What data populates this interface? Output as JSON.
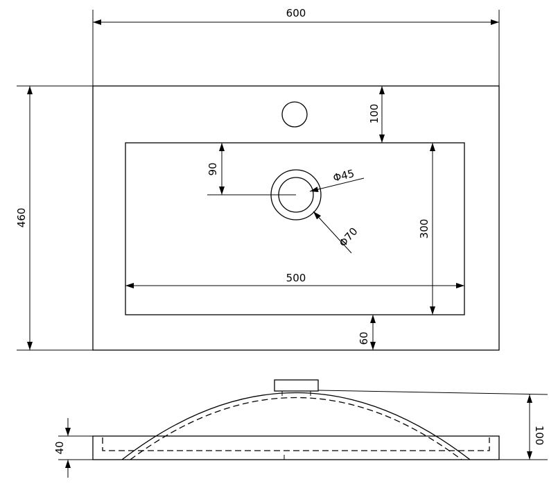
{
  "dimensions": {
    "overall_width": "600",
    "overall_depth": "460",
    "tap_hole_offset": "100",
    "drain_offset": "90",
    "drain_inner_diameter": "Φ45",
    "drain_outer_diameter": "Φ70",
    "bowl_depth": "300",
    "bowl_width": "500",
    "front_rim": "60",
    "slab_thickness": "40",
    "basin_height": "100"
  },
  "colors": {
    "line": "#000000",
    "background": "#ffffff"
  }
}
